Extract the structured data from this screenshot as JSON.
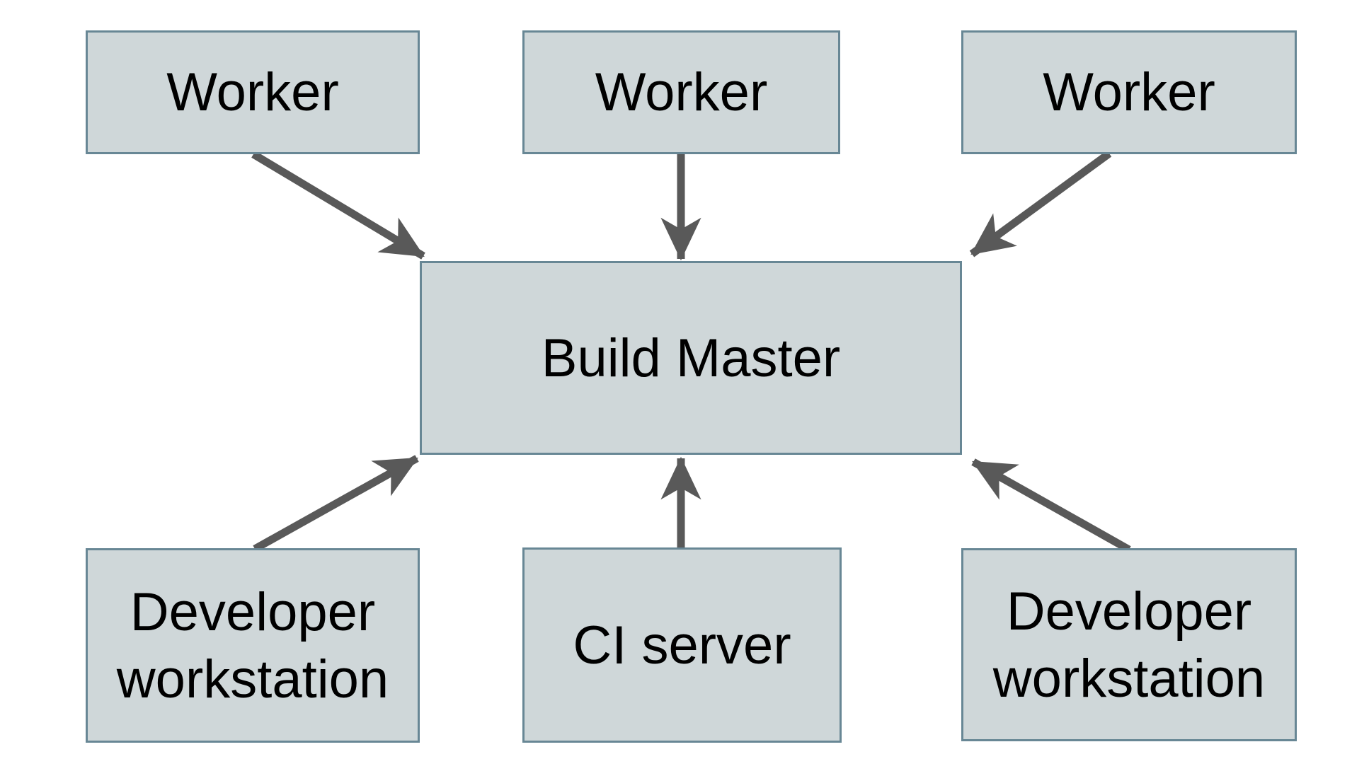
{
  "diagram": {
    "colors": {
      "bg": "#ffffff",
      "node-fill": "#cfd7d9",
      "node-border": "#688795",
      "arrow": "#595959",
      "text": "#000000"
    },
    "nodes": {
      "worker1": {
        "label": "Worker"
      },
      "worker2": {
        "label": "Worker"
      },
      "worker3": {
        "label": "Worker"
      },
      "buildMaster": {
        "label": "Build Master"
      },
      "dev1": {
        "label": "Developer workstation"
      },
      "ciServer": {
        "label": "CI server"
      },
      "dev2": {
        "label": "Developer workstation"
      }
    },
    "edges": [
      {
        "from": "Worker (left)",
        "to": "Build Master"
      },
      {
        "from": "Worker (center)",
        "to": "Build Master"
      },
      {
        "from": "Worker (right)",
        "to": "Build Master"
      },
      {
        "from": "Developer workstation (left)",
        "to": "Build Master"
      },
      {
        "from": "CI server",
        "to": "Build Master"
      },
      {
        "from": "Developer workstation (right)",
        "to": "Build Master"
      }
    ]
  }
}
